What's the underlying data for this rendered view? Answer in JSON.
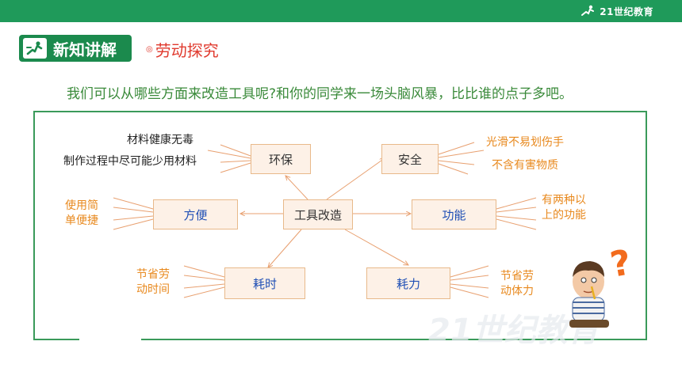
{
  "header": {
    "brand": "21世纪教育",
    "badge_label": "新知讲解",
    "section_title": "劳动探究"
  },
  "intro": "我们可以从哪些方面来改造工具呢?和你的同学来一场头脑风暴，比比谁的点子多吧。",
  "mindmap": {
    "center": "工具改造",
    "nodes": {
      "huanbao": "环保",
      "anquan": "安全",
      "fangbian": "方便",
      "gongneng": "功能",
      "haoshi": "耗时",
      "haoli": "耗力"
    },
    "leaves": {
      "huanbao_1": "材料健康无毒",
      "huanbao_2": "制作过程中尽可能少用材料",
      "anquan_1": "光滑不易划伤手",
      "anquan_2": "不含有害物质",
      "fangbian_1": "使用简",
      "fangbian_2": "单便捷",
      "gongneng_1": "有两种以",
      "gongneng_2": "上的功能",
      "haoshi_1": "节省劳",
      "haoshi_2": "动时间",
      "haoli_1": "节省劳",
      "haoli_2": "动体力"
    }
  },
  "decor": {
    "question_mark": "?",
    "watermark": "21世纪教育",
    "accent_green": "#1f9a5a",
    "accent_red": "#e03a2e",
    "accent_orange": "#e8891e"
  }
}
